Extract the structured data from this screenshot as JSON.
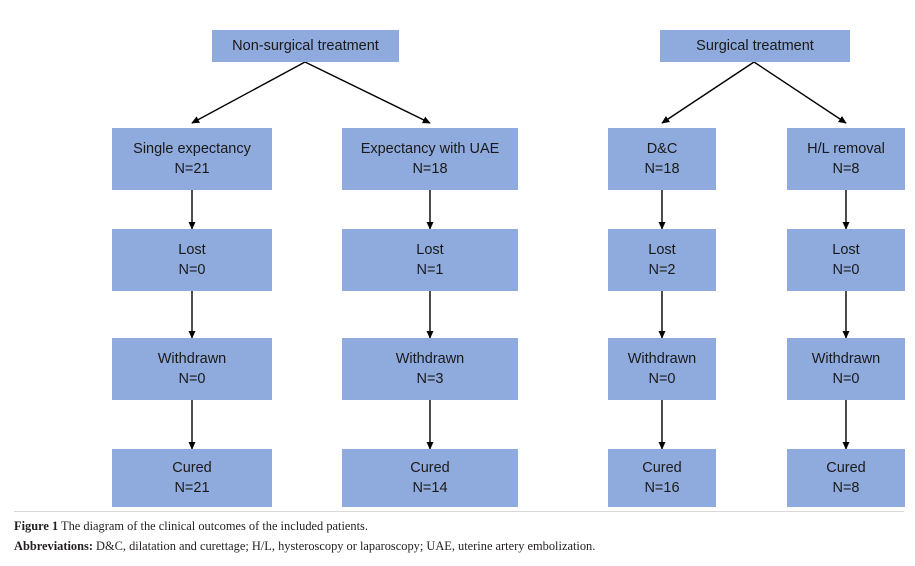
{
  "figure": {
    "caption_label": "Figure 1",
    "caption_text": " The diagram of the clinical outcomes of the included patients.",
    "abbrev_label": "Abbreviations:",
    "abbrev_text": " D&C, dilatation and curettage; H/L, hysteroscopy or laparoscopy; UAE, uterine artery embolization."
  },
  "colors": {
    "box_fill": "#8FAADC",
    "box_text": "#1a1a1a",
    "arrow": "#000000",
    "caption_text": "#231f20",
    "page_background": "#ffffff"
  },
  "chart_data": {
    "type": "diagram",
    "title": "The diagram of the clinical outcomes of the included patients",
    "roots": [
      {
        "id": "non-surgical-treatment",
        "label": "Non-surgical treatment",
        "count": null,
        "children": [
          "single-expectancy",
          "expectancy-with-uae"
        ]
      },
      {
        "id": "surgical-treatment",
        "label": "Surgical treatment",
        "count": null,
        "children": [
          "dc",
          "hl-removal"
        ]
      }
    ],
    "branches": [
      {
        "id": "single-expectancy",
        "arm": "Non-surgical treatment",
        "label": "Single expectancy",
        "count": "N=21",
        "n": 21,
        "stages": [
          {
            "label": "Lost",
            "count": "N=0",
            "n": 0
          },
          {
            "label": "Withdrawn",
            "count": "N=0",
            "n": 0
          },
          {
            "label": "Cured",
            "count": "N=21",
            "n": 21
          }
        ]
      },
      {
        "id": "expectancy-with-uae",
        "arm": "Non-surgical treatment",
        "label": "Expectancy with UAE",
        "count": "N=18",
        "n": 18,
        "stages": [
          {
            "label": "Lost",
            "count": "N=1",
            "n": 1
          },
          {
            "label": "Withdrawn",
            "count": "N=3",
            "n": 3
          },
          {
            "label": "Cured",
            "count": "N=14",
            "n": 14
          }
        ]
      },
      {
        "id": "dc",
        "arm": "Surgical treatment",
        "label": "D&C",
        "count": "N=18",
        "n": 18,
        "stages": [
          {
            "label": "Lost",
            "count": "N=2",
            "n": 2
          },
          {
            "label": "Withdrawn",
            "count": "N=0",
            "n": 0
          },
          {
            "label": "Cured",
            "count": "N=16",
            "n": 16
          }
        ]
      },
      {
        "id": "hl-removal",
        "arm": "Surgical treatment",
        "label": "H/L removal",
        "count": "N=8",
        "n": 8,
        "stages": [
          {
            "label": "Lost",
            "count": "N=0",
            "n": 0
          },
          {
            "label": "Withdrawn",
            "count": "N=0",
            "n": 0
          },
          {
            "label": "Cured",
            "count": "N=8",
            "n": 8
          }
        ]
      }
    ],
    "stage_row_labels": [
      "Lost",
      "Withdrawn",
      "Cured"
    ]
  },
  "nodes": {
    "root_nonsurgical": {
      "label": "Non-surgical treatment"
    },
    "root_surgical": {
      "label": "Surgical treatment"
    },
    "c1_title": {
      "label": "Single expectancy",
      "count": "N=21"
    },
    "c1_lost": {
      "label": "Lost",
      "count": "N=0"
    },
    "c1_withdrawn": {
      "label": "Withdrawn",
      "count": "N=0"
    },
    "c1_cured": {
      "label": "Cured",
      "count": "N=21"
    },
    "c2_title": {
      "label": "Expectancy with UAE",
      "count": "N=18"
    },
    "c2_lost": {
      "label": "Lost",
      "count": "N=1"
    },
    "c2_withdrawn": {
      "label": "Withdrawn",
      "count": "N=3"
    },
    "c2_cured": {
      "label": "Cured",
      "count": "N=14"
    },
    "c3_title": {
      "label": "D&C",
      "count": "N=18"
    },
    "c3_lost": {
      "label": "Lost",
      "count": "N=2"
    },
    "c3_withdrawn": {
      "label": "Withdrawn",
      "count": "N=0"
    },
    "c3_cured": {
      "label": "Cured",
      "count": "N=16"
    },
    "c4_title": {
      "label": "H/L removal",
      "count": "N=8"
    },
    "c4_lost": {
      "label": "Lost",
      "count": "N=0"
    },
    "c4_withdrawn": {
      "label": "Withdrawn",
      "count": "N=0"
    },
    "c4_cured": {
      "label": "Cured",
      "count": "N=8"
    }
  }
}
